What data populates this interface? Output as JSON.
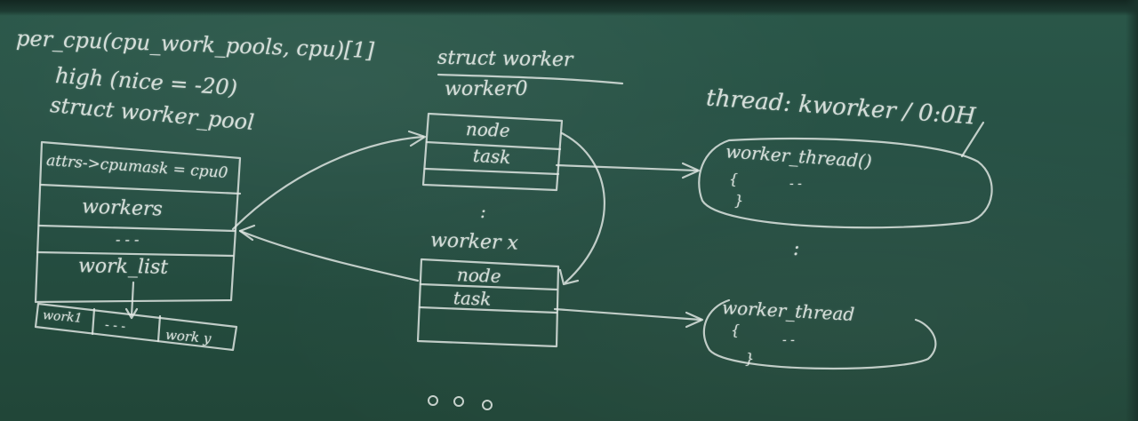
{
  "board": {
    "line1": "per_cpu(cpu_work_pools, cpu)[1]",
    "line2": "high (nice = -20)",
    "line3": "struct worker_pool",
    "pool_attrs": "attrs->cpumask = cpu0",
    "pool_workers": "workers",
    "pool_dots": "- - -",
    "pool_worklist": "work_list",
    "work1": "work1",
    "work_dots": "- - -",
    "worky": "work y",
    "struct_worker": "struct worker",
    "worker0": "worker0",
    "node1": "node",
    "task1": "task",
    "vdots_mid": ":",
    "workerx": "worker x",
    "node2": "node",
    "task2": "task",
    "thread_label": "thread: kworker / 0:0H",
    "wt1": "worker_thread()",
    "wt1_brace": "{",
    "wt1_dots": "- -",
    "wt1_close": "}",
    "vdots_right": ":",
    "wt2": "worker_thread",
    "wt2_brace": "{",
    "wt2_dots": "- -",
    "wt2_close": "}"
  }
}
